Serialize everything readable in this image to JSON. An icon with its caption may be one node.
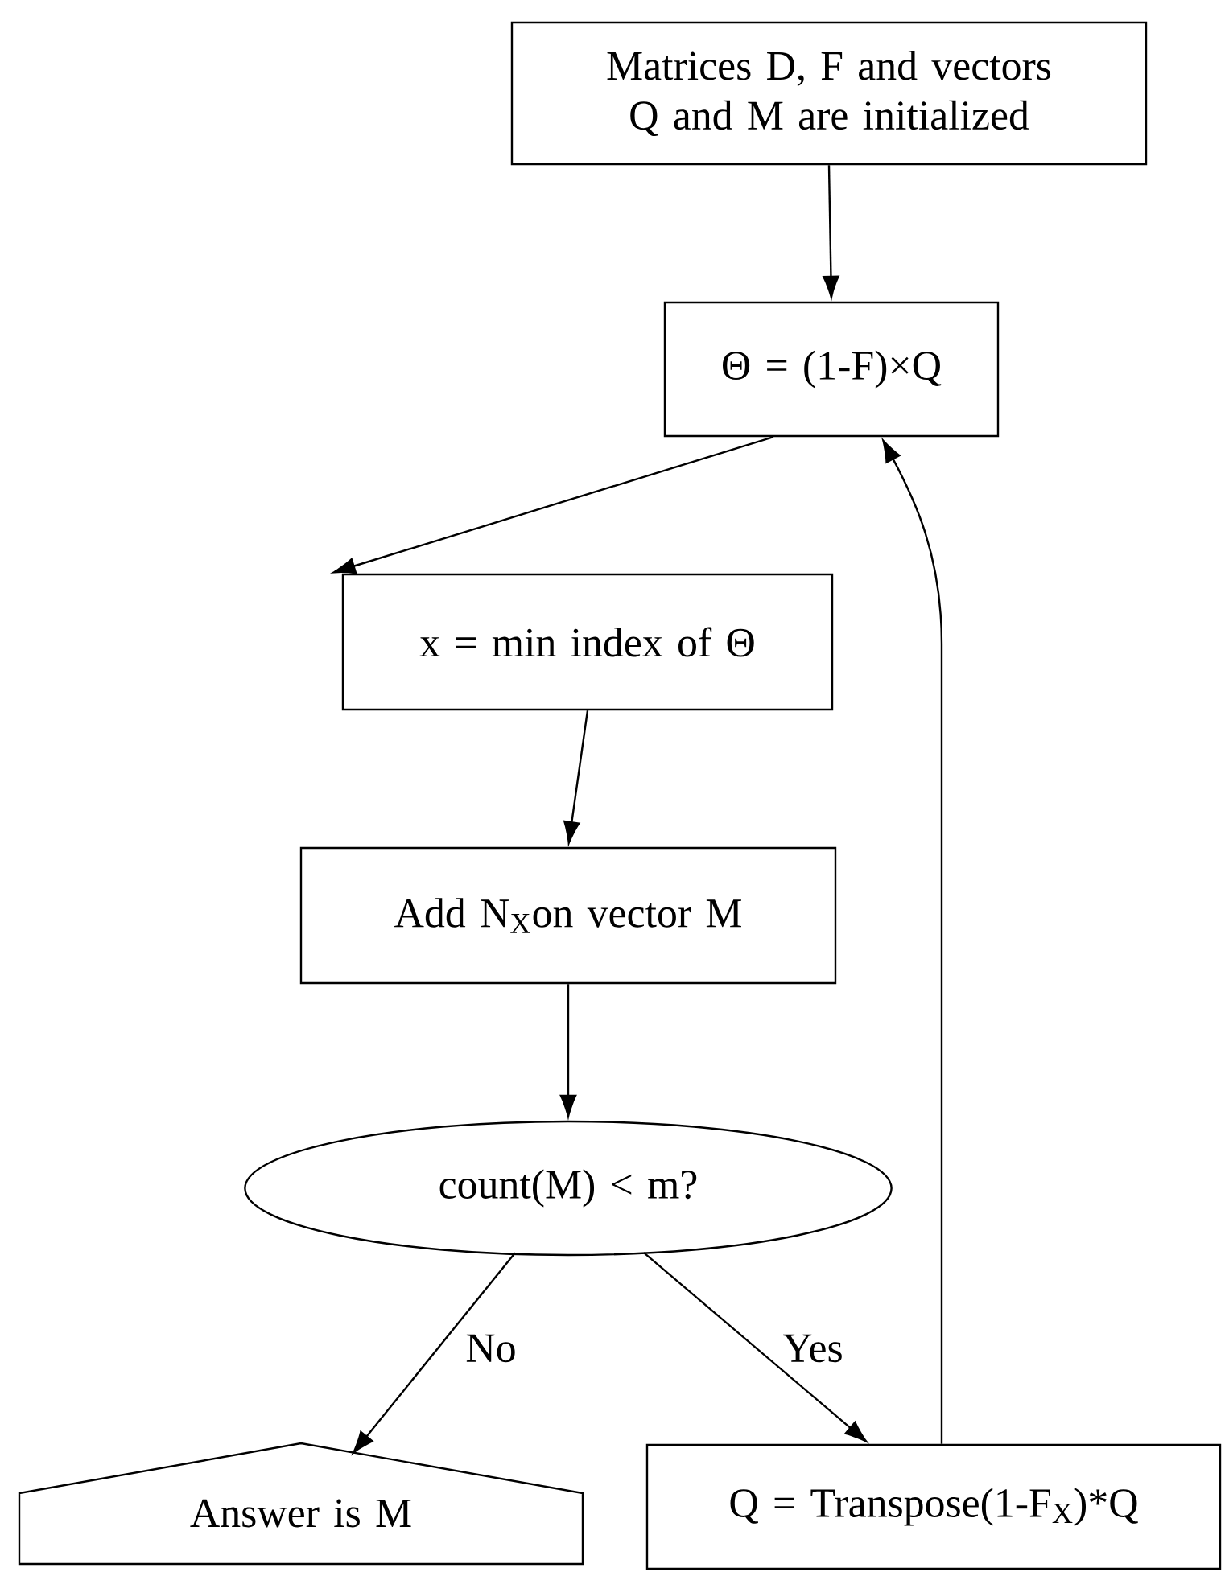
{
  "diagram": {
    "nodes": [
      {
        "text": [
          "Matrices D, F and vectors Q and M are initialized"
        ]
      },
      {
        "text": [
          "Θ = (1-F)×Q"
        ]
      },
      {
        "text": [
          "x = min index of Θ"
        ]
      },
      {
        "text": [
          "Add N$_{X}$on vector M"
        ]
      },
      {
        "text": [
          "count(M) < m?"
        ]
      },
      {
        "text": [
          "Answer is M"
        ]
      },
      {
        "text": [
          "Q = Transpose(1-F$_{X}$)*Q"
        ]
      }
    ],
    "edges": [
      {
        "from": 0,
        "to": 1,
        "arrow": "to"
      },
      {
        "from": 1,
        "to": 2,
        "arrow": "to"
      },
      {
        "from": 2,
        "to": 3,
        "arrow": "to"
      },
      {
        "from": 3,
        "to": 4,
        "arrow": "to"
      },
      {
        "from": 4,
        "to": 5,
        "arrow": "to",
        "label": "No"
      },
      {
        "from": 4,
        "to": 6,
        "arrow": "to",
        "label": "Yes"
      },
      {
        "from": 6,
        "to": 1,
        "arrow": "to"
      }
    ]
  }
}
